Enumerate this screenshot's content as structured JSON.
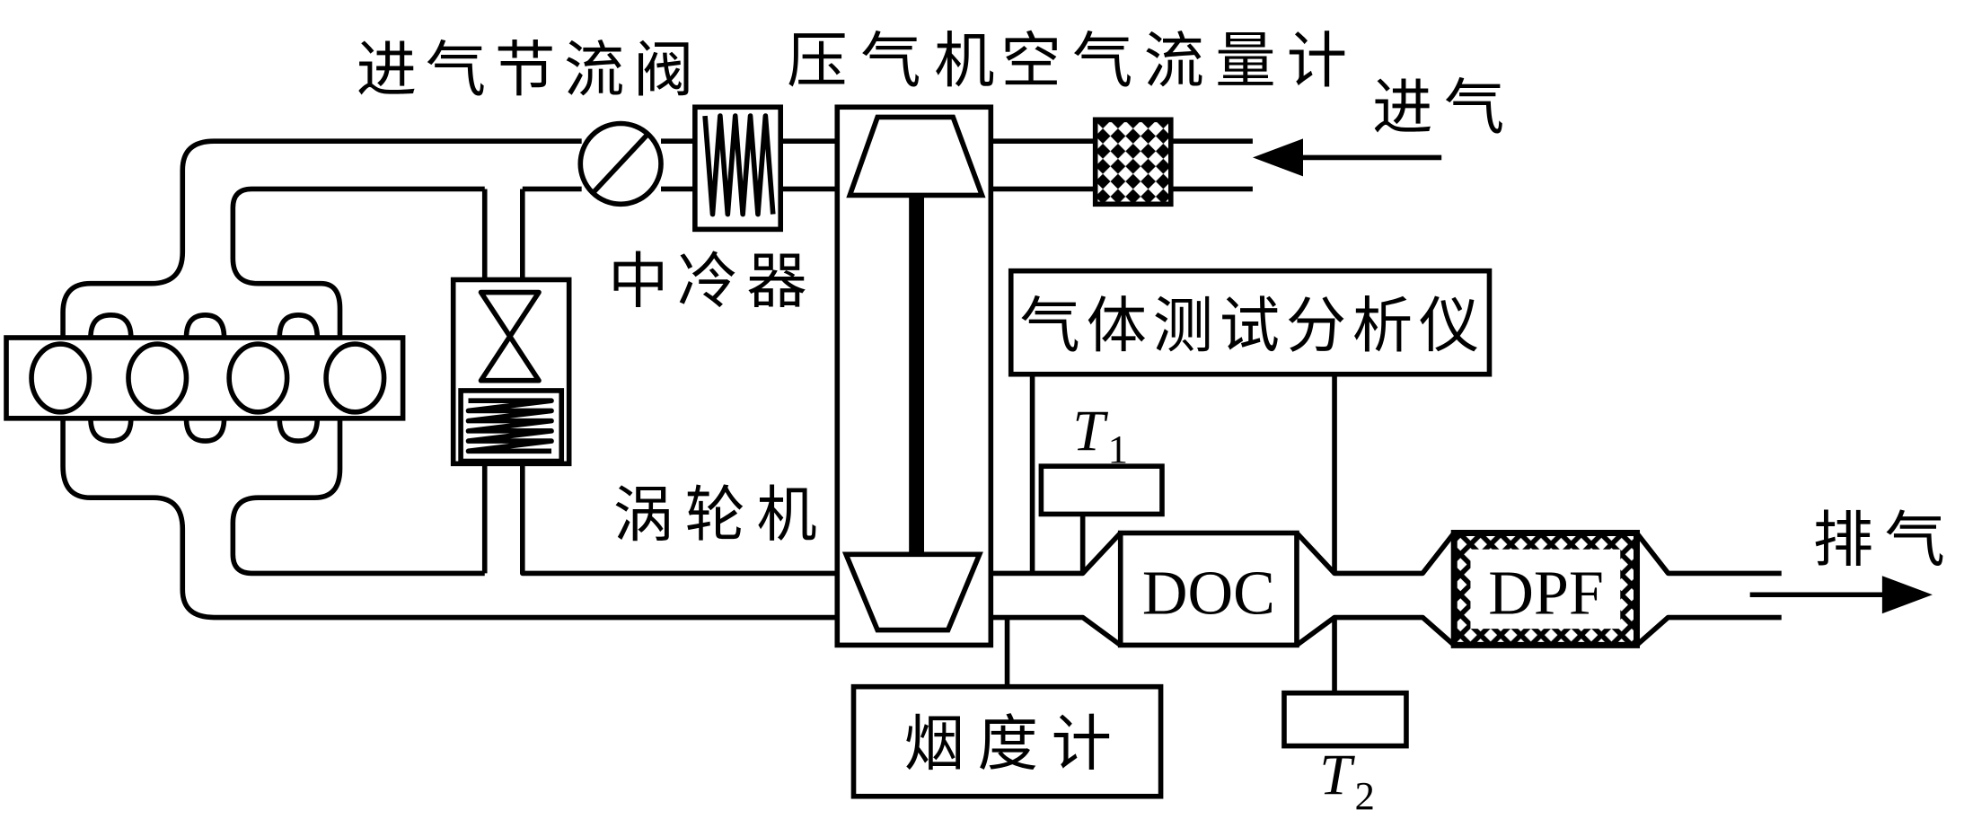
{
  "labels": {
    "throttle": "进气节流阀",
    "compressor": "压气机",
    "air_flow_meter": "空气流量计",
    "intake": "进气",
    "intercooler": "中冷器",
    "turbine": "涡轮机",
    "gas_analyzer": "气体测试分析仪",
    "smoke_meter": "烟度计",
    "exhaust": "排气",
    "doc": "DOC",
    "dpf": "DPF",
    "t1": "T",
    "t1_sub": "1",
    "t2": "T",
    "t2_sub": "2"
  },
  "colors": {
    "line": "#000000",
    "background": "#ffffff"
  }
}
